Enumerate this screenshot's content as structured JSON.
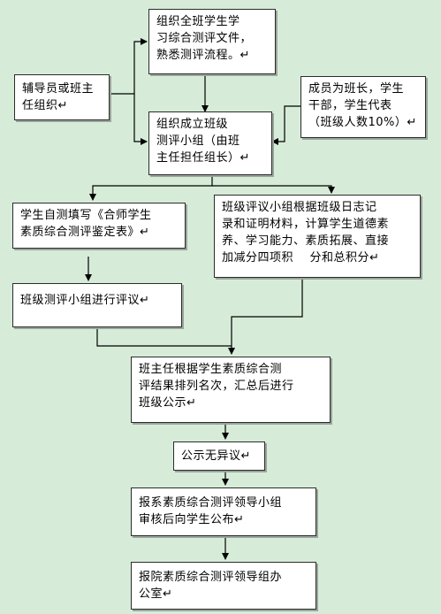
{
  "nodes": {
    "organize_docs": "组织全班学生学\n习综合测评文件，\n熟悉测评流程。↵",
    "counselor": "辅导员或班主\n任组织↵",
    "members": "成员为班长，学生\n干部，学生代表\n（班级人数10%）↵",
    "form_group": "组织成立班级\n测评小组（由班\n主任担任组长）↵",
    "self_eval": "学生自测填写《合师学生\n素质综合测评鉴定表》↵",
    "group_score": "班级评议小组根据班级日志记\n录和证明材料，计算学生道德素\n养、学习能力、素质拓展、直接\n加减分四项积    分和总积分↵",
    "group_review": "班级测评小组进行评议↵",
    "rank_publish": "班主任根据学生素质综合测\n评结果排列名次，汇总后进行\n班级公示↵",
    "no_objection": "公示无异议↵",
    "report_committee": "报系素质综合测评领导小组\n审核后向学生公布↵",
    "report_office": "报院素质综合测评领导组办\n公室↵"
  }
}
